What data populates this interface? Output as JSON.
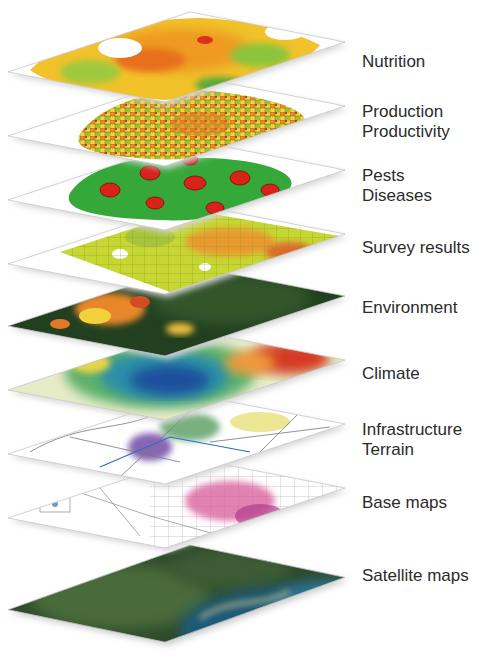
{
  "diagram": {
    "labels": [
      "Nutrition",
      "Production Productivity",
      "Pests Diseases",
      "Survey results",
      "Environment",
      "Climate",
      "Infrastructure Terrain",
      "Base maps",
      "Satellite maps"
    ]
  }
}
